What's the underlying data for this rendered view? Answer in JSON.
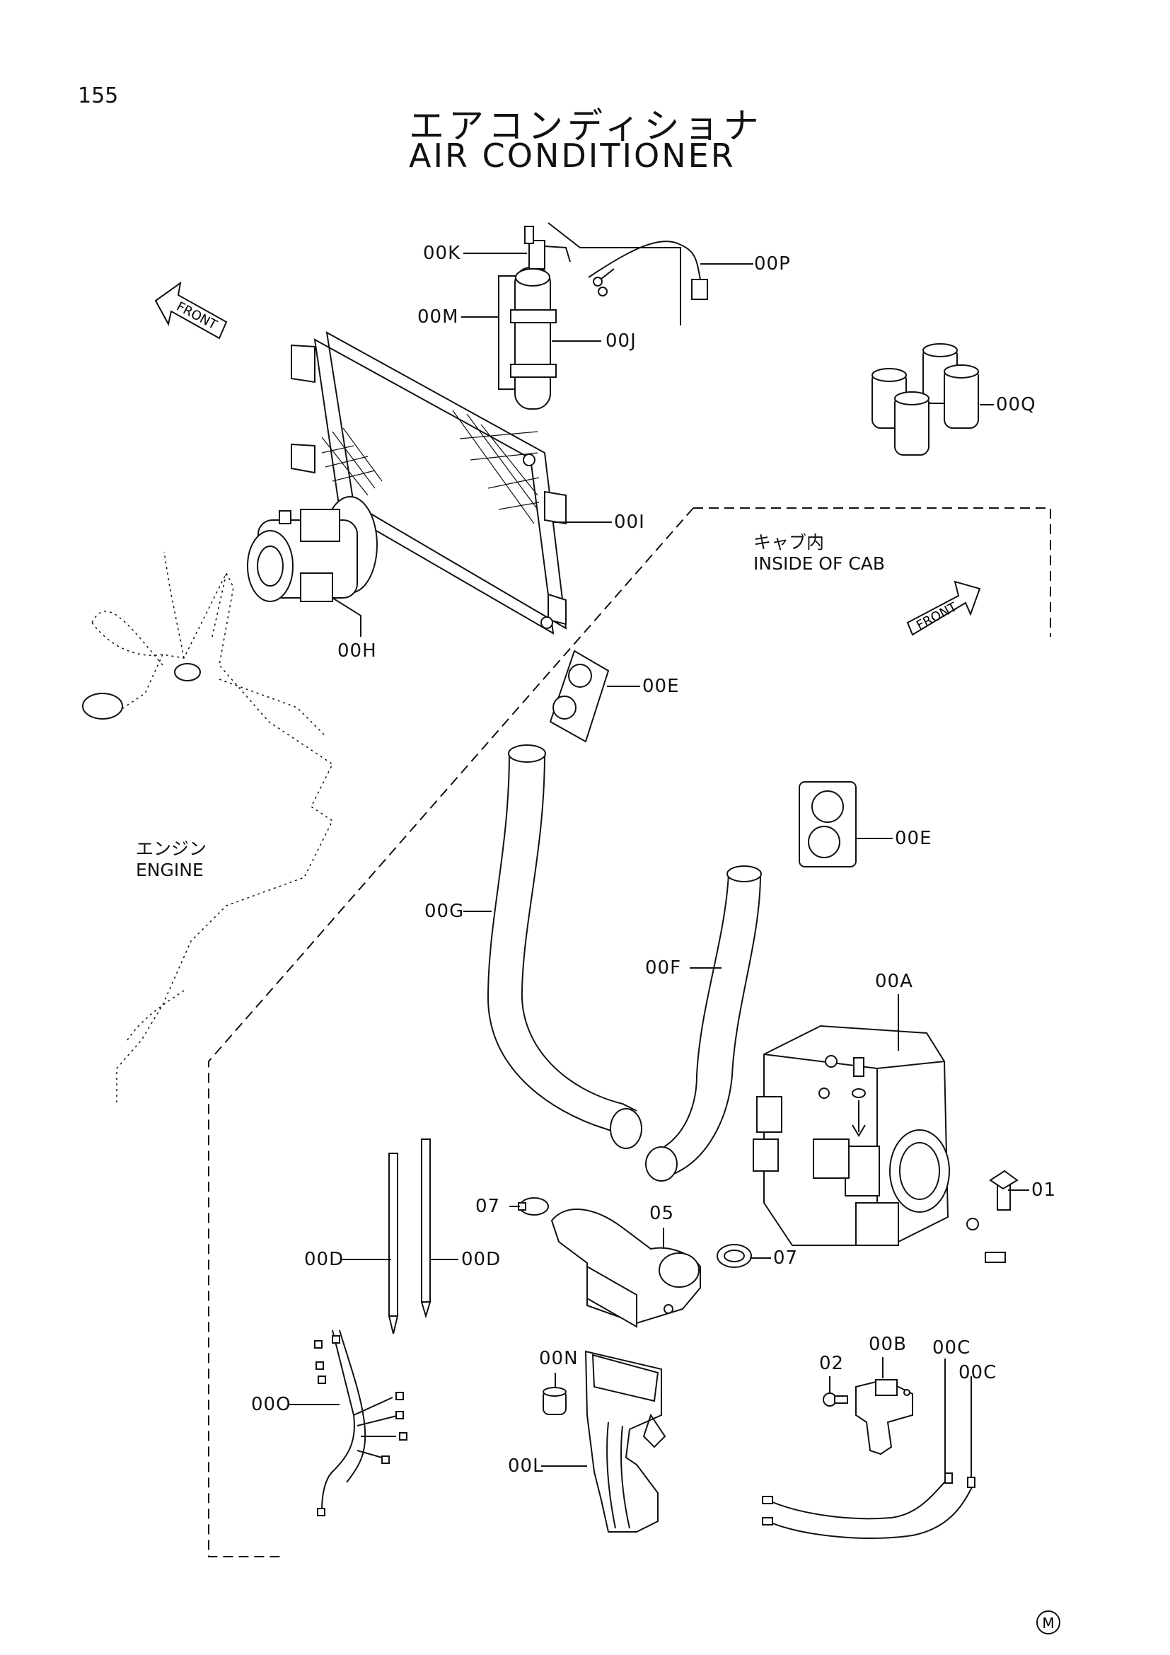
{
  "page_number": "155",
  "title": {
    "ja": "エアコンディショナ",
    "en": "AIR  CONDITIONER"
  },
  "arrows": {
    "front": "FRONT"
  },
  "areas": {
    "cab": {
      "ja": "キャブ内",
      "en": "INSIDE OF CAB"
    },
    "engine": {
      "ja": "エンジン",
      "en": "ENGINE"
    }
  },
  "parts": {
    "k": "00K",
    "p": "00P",
    "m": "00M",
    "j": "00J",
    "q": "00Q",
    "i": "00I",
    "h": "00H",
    "e1": "00E",
    "e2": "00E",
    "g": "00G",
    "f": "00F",
    "a": "00A",
    "p01": "01",
    "p07a": "07",
    "p05": "05",
    "p07b": "07",
    "d1": "00D",
    "d2": "00D",
    "n": "00N",
    "b": "00B",
    "p02": "02",
    "c1": "00C",
    "c2": "00C",
    "o": "00O",
    "l": "00L"
  },
  "footer_mark": "M"
}
